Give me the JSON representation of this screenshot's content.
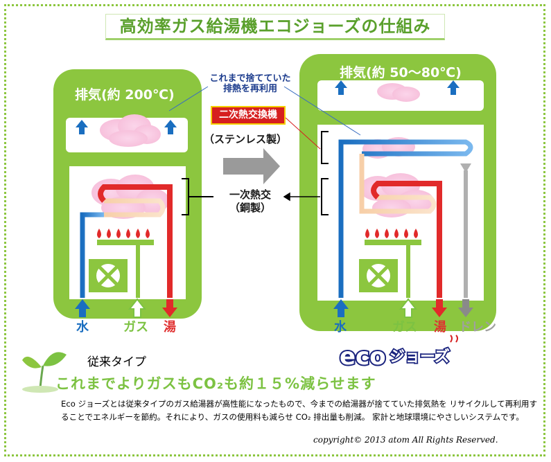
{
  "title": "高効率ガス給湯機エコジョーズの仕組み",
  "left_panel": {
    "exhaust": "排気(約 200℃)",
    "inputs": [
      "水",
      "ガス",
      "湯"
    ]
  },
  "right_panel": {
    "exhaust": "排気(約 50～80℃)",
    "inputs": [
      "水",
      "ガス",
      "湯",
      "ドレン"
    ]
  },
  "callout_reuse": "これまで捨てていた\n排熱を再利用",
  "secondary_exchanger": "二次熱交換機",
  "secondary_material": "（ステンレス製）",
  "primary_exchanger": "一次熱交\n（銅製）",
  "conventional_type": "従来タイプ",
  "logo": "ecoジョーズ",
  "slogan": "これまでよりガスもCO₂も約１５%減らせます",
  "description": "Eco ジョーズとは従来タイプのガス給湯器が高性能になったもので、今までの給湯器が捨てていた排気熱を リサイクルして再利用することでエネルギーを節約。それにより、ガスの使用料も減らせ CO₂ 排出量も削減。 家計と地球環境にやさしいシステムです。",
  "copyright": "copyright© 2013  atom All Rights Reserved.",
  "colors": {
    "panel_green": "#8cc63f",
    "water_blue": "#1a6ec0",
    "hot_red": "#e03030",
    "title_green": "#5aa02c"
  }
}
